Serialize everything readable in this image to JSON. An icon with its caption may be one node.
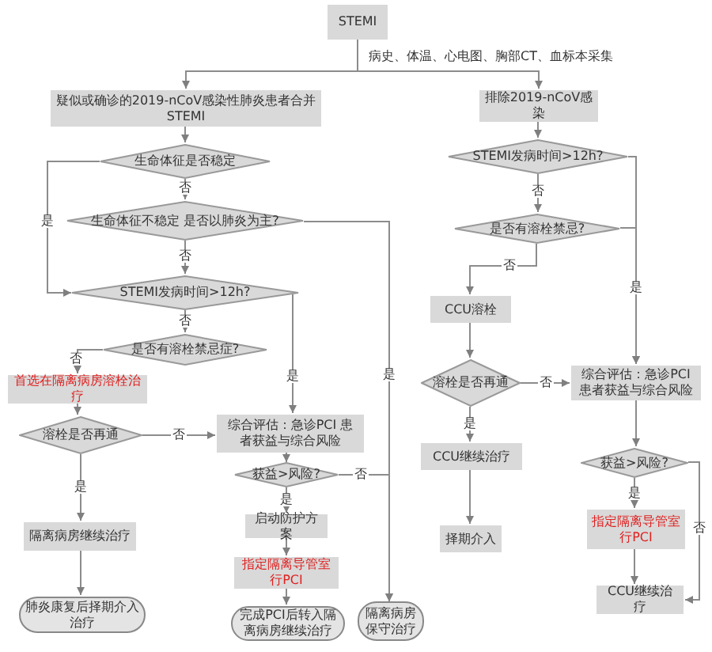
{
  "diagram": {
    "nodes": [
      {
        "text": [
          "STEMI"
        ]
      },
      {
        "text": [
          "疑似或确诊的2019-nCoV感染性肺炎患者合并STEMI"
        ]
      },
      {
        "text": [
          "排除2019-nCoV感染"
        ]
      },
      {
        "text": [
          "生命体征是否稳定"
        ]
      },
      {
        "text": [
          "生命体征不稳定 是否以肺炎为主?"
        ]
      },
      {
        "text": [
          "STEMI发病时间>12h?"
        ]
      },
      {
        "text": [
          "是否有溶栓禁忌症?"
        ]
      },
      {
        "text": [
          "首选在隔离病房溶栓治疗"
        ]
      },
      {
        "text": [
          "溶栓是否再通"
        ]
      },
      {
        "text": [
          "综合评估：急诊PCI 患者获益与综合风险"
        ]
      },
      {
        "text": [
          "获益>风险?"
        ]
      },
      {
        "text": [
          "启动防护方案"
        ]
      },
      {
        "text": [
          "指定隔离导管室行PCI"
        ]
      },
      {
        "text": [
          "完成PCI后转入隔离病房继续治疗"
        ]
      },
      {
        "text": [
          "隔离病房保守治疗"
        ]
      },
      {
        "text": [
          "隔离病房继续治疗"
        ]
      },
      {
        "text": [
          "肺炎康复后择期介入治疗"
        ]
      },
      {
        "text": [
          "STEMI发病时间>12h?"
        ]
      },
      {
        "text": [
          "是否有溶栓禁忌?"
        ]
      },
      {
        "text": [
          "CCU溶栓"
        ]
      },
      {
        "text": [
          "溶栓是否再通"
        ]
      },
      {
        "text": [
          "综合评估：急诊PCI 患者获益与综合风险"
        ]
      },
      {
        "text": [
          "CCU继续治疗"
        ]
      },
      {
        "text": [
          "择期介入"
        ]
      },
      {
        "text": [
          "获益>风险?"
        ]
      },
      {
        "text": [
          "指定隔离导管室行PCI"
        ]
      },
      {
        "text": [
          "CCU继续治疗"
        ]
      }
    ],
    "edges": [
      {
        "from": 0,
        "to": 1,
        "arrow": "to",
        "label": "病史、体温、心电图、胸部CT、血标本采集"
      },
      {
        "from": 0,
        "to": 2,
        "arrow": "to"
      },
      {
        "from": 1,
        "to": 3,
        "arrow": "to"
      },
      {
        "from": 3,
        "to": 4,
        "arrow": "to",
        "label": "否"
      },
      {
        "from": 3,
        "to": 5,
        "arrow": "to",
        "label": "是"
      },
      {
        "from": 4,
        "to": 5,
        "arrow": "to",
        "label": "否"
      },
      {
        "from": 4,
        "to": 14,
        "arrow": "to",
        "label": "是"
      },
      {
        "from": 5,
        "to": 6,
        "arrow": "to",
        "label": "否"
      },
      {
        "from": 5,
        "to": 9,
        "arrow": "to",
        "label": "是"
      },
      {
        "from": 6,
        "to": 7,
        "arrow": "to",
        "label": "否"
      },
      {
        "from": 7,
        "to": 8,
        "arrow": "to"
      },
      {
        "from": 8,
        "to": 9,
        "arrow": "to",
        "label": "否"
      },
      {
        "from": 8,
        "to": 15,
        "arrow": "to",
        "label": "是"
      },
      {
        "from": 15,
        "to": 16,
        "arrow": "to"
      },
      {
        "from": 9,
        "to": 10,
        "arrow": "to"
      },
      {
        "from": 10,
        "to": 11,
        "arrow": "to",
        "label": "是"
      },
      {
        "from": 10,
        "to": 14,
        "arrow": "to",
        "label": "否"
      },
      {
        "from": 11,
        "to": 12,
        "arrow": "to"
      },
      {
        "from": 12,
        "to": 13,
        "arrow": "to"
      },
      {
        "from": 2,
        "to": 17,
        "arrow": "to"
      },
      {
        "from": 17,
        "to": 18,
        "arrow": "to",
        "label": "否"
      },
      {
        "from": 17,
        "to": 21,
        "arrow": "to"
      },
      {
        "from": 18,
        "to": 21,
        "arrow": "to",
        "label": "是"
      },
      {
        "from": 18,
        "to": 19,
        "arrow": "to",
        "label": "否"
      },
      {
        "from": 19,
        "to": 20,
        "arrow": "to"
      },
      {
        "from": 20,
        "to": 21,
        "arrow": "to",
        "label": "否"
      },
      {
        "from": 20,
        "to": 22,
        "arrow": "to",
        "label": "是"
      },
      {
        "from": 22,
        "to": 23,
        "arrow": "to"
      },
      {
        "from": 21,
        "to": 24,
        "arrow": "to"
      },
      {
        "from": 24,
        "to": 25,
        "arrow": "to",
        "label": "是"
      },
      {
        "from": 24,
        "to": 26,
        "arrow": "to",
        "label": "否"
      },
      {
        "from": 25,
        "to": 26,
        "arrow": "to"
      }
    ]
  }
}
